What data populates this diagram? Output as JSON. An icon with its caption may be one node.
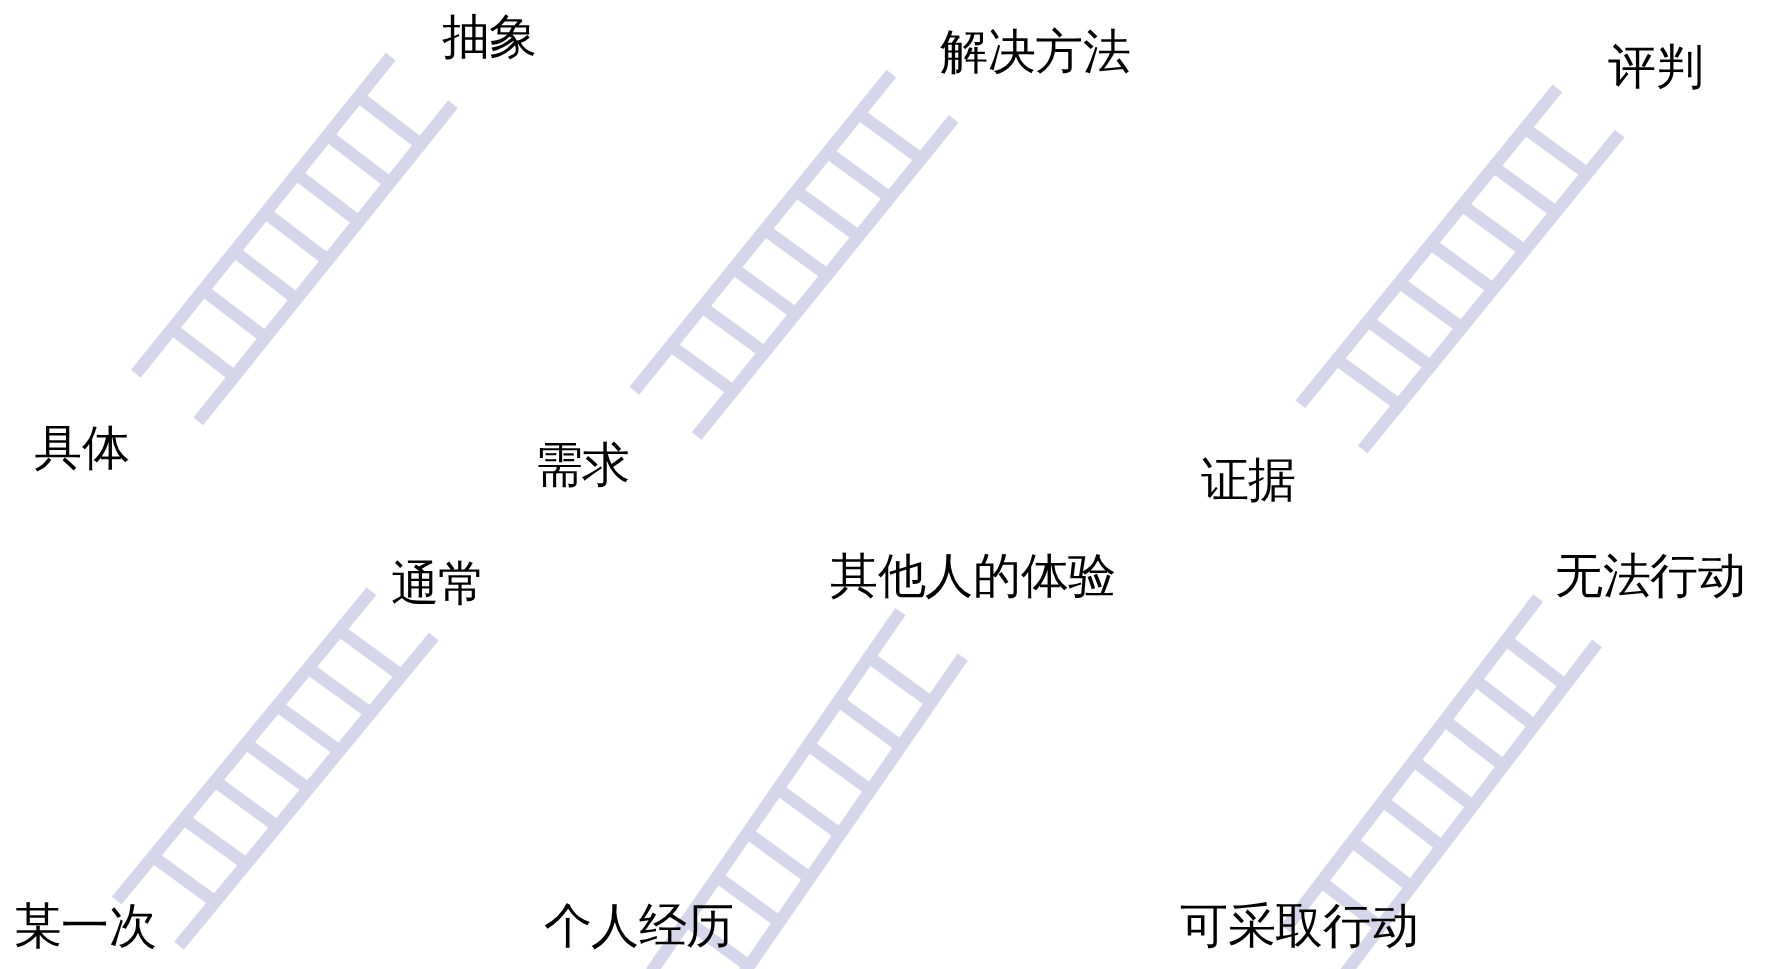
{
  "diagram": {
    "labels": [
      "抽象",
      "解决方法",
      "评判",
      "具体",
      "需求",
      "证据",
      "通常",
      "其他人的体验",
      "无法行动",
      "某一次",
      "个人经历",
      "可采取行动"
    ]
  }
}
